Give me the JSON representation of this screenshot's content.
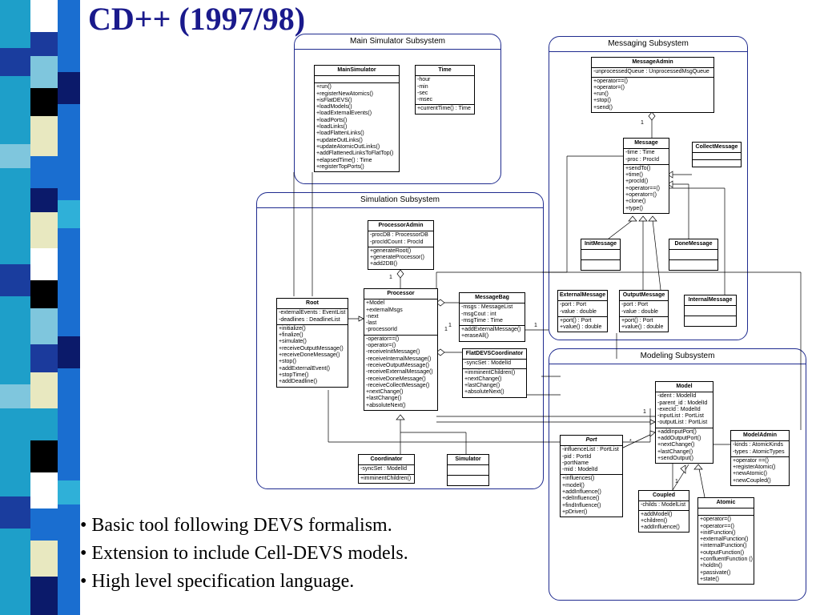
{
  "slide_title": "CD++ (1997/98)",
  "subsystems": {
    "main": "Main Simulator Subsystem",
    "messaging": "Messaging Subsystem",
    "simulation": "Simulation Subsystem",
    "modeling": "Modeling Subsystem"
  },
  "classes": {
    "mainsim": {
      "name": "MainSimulator",
      "attrs": [],
      "ops": [
        "+run()",
        "+registerNewAtomics()",
        "+isFlatDEVS()",
        "+loadModels()",
        "+loadExternalEvents()",
        "+loadPorts()",
        "+loadLinks()",
        "+loadFlattenLinks()",
        "+updateOutLinks()",
        "+updateAtomicOutLinks()",
        "+addFlattenedLinksToFlatTop()",
        "+elapsedTime() : Time",
        "+registerTopPorts()"
      ]
    },
    "time": {
      "name": "Time",
      "attrs": [
        "-hour",
        "-min",
        "-sec",
        "-msec"
      ],
      "ops": [
        "+currentTime() : Time"
      ]
    },
    "msgadmin": {
      "name": "MessageAdmin",
      "attrs": [
        "-unprocessedQueue : UnprocessedMsgQueue"
      ],
      "ops": [
        "+operator==()",
        "+operator=()",
        "+run()",
        "+stop()",
        "+send()"
      ]
    },
    "message": {
      "name": "Message",
      "attrs": [
        "-time : Time",
        "-proc : ProcId"
      ],
      "ops": [
        "+sendTo()",
        "+time()",
        "+procId()",
        "+operator==()",
        "+operator=()",
        "+clone()",
        "+type()"
      ]
    },
    "collect": {
      "name": "CollectMessage",
      "attrs": [],
      "ops": []
    },
    "initmsg": {
      "name": "InitMessage",
      "attrs": [],
      "ops": []
    },
    "donemsg": {
      "name": "DoneMessage",
      "attrs": [],
      "ops": []
    },
    "extmsg": {
      "name": "ExternalMessage",
      "attrs": [
        "-port : Port",
        "-value : double"
      ],
      "ops": [
        "+port() : Port",
        "+value() : double"
      ]
    },
    "outmsg": {
      "name": "OutputMessage",
      "attrs": [
        "-port : Port",
        "-value : double"
      ],
      "ops": [
        "+port() : Port",
        "+value() : double"
      ]
    },
    "intmsg": {
      "name": "InternalMessage",
      "attrs": [],
      "ops": []
    },
    "procadmin": {
      "name": "ProcessorAdmin",
      "attrs": [
        "-procDB : ProcessorDB",
        "-procIdCount : ProcId"
      ],
      "ops": [
        "+generateRoot()",
        "+generateProcessor()",
        "+add2DB()"
      ]
    },
    "root": {
      "name": "Root",
      "attrs": [
        "-externalEvents : EventList",
        "-deadlines : DeadlineList"
      ],
      "ops": [
        "+initialize()",
        "+finalize()",
        "+simulate()",
        "+receiveOutputMessage()",
        "+receiveDoneMessage()",
        "+stop()",
        "+addExternalEvent()",
        "+stopTime()",
        "+addDeadline()"
      ]
    },
    "processor": {
      "name": "Processor",
      "attrs": [
        "+Model",
        "+externalMsgs",
        "-next",
        "-last",
        "-processorId"
      ],
      "ops": [
        "-operator==()",
        "-operator=()",
        "-receiveInitMessage()",
        "-receiveInternalMessage()",
        "-receiveOutputMessage()",
        "-receiveExternalMessage()",
        "-receiveDoneMessage()",
        "-receiveCollectMessage()",
        "+nextChange()",
        "+lastChange()",
        "+absoluteNext()"
      ]
    },
    "msgbag": {
      "name": "MessageBag",
      "attrs": [
        "-msgs : MessageList",
        "-msgCout : int",
        "-msgTime : Time"
      ],
      "ops": [
        "+addExternalMessage()",
        "+eraseAll()"
      ]
    },
    "flatdevs": {
      "name": "FlatDEVSCoordinator",
      "attrs": [
        "-syncSet : ModelId"
      ],
      "ops": [
        "+imminentChildren()",
        "+nextChange()",
        "+lastChange()",
        "+absoluteNext()"
      ]
    },
    "coord": {
      "name": "Coordinator",
      "attrs": [
        "-syncSet : ModelId"
      ],
      "ops": [
        "+imminentChildren()"
      ]
    },
    "simulator": {
      "name": "Simulator",
      "attrs": [],
      "ops": []
    },
    "model": {
      "name": "Model",
      "attrs": [
        "-ident : ModelId",
        "-parent_id : ModelId",
        "-execId : ModelId",
        "-inputList : PortList",
        "-outputList : PortList"
      ],
      "ops": [
        "+addInputPort()",
        "+addOutputPort()",
        "+nextChange()",
        "+lastChange()",
        "+sendOutput()"
      ]
    },
    "port": {
      "name": "Port",
      "attrs": [
        "-influenceList : PortList",
        "-pid : PortId",
        "-portName",
        "-mid : ModelId"
      ],
      "ops": [
        "+influences()",
        "+model()",
        "+addInfluence()",
        "+delInfluence()",
        "+findInfluence()",
        "+pDriver()"
      ]
    },
    "modeladmin": {
      "name": "ModelAdmin",
      "attrs": [
        "-kinds : AtomicKinds",
        "-types : AtomicTypes"
      ],
      "ops": [
        "+operator ==()",
        "+registerAtomic()",
        "+newAtomic()",
        "+newCoupled()"
      ]
    },
    "coupled": {
      "name": "Coupled",
      "attrs": [
        "-childs : ModelList"
      ],
      "ops": [
        "+addModel()",
        "+children()",
        "+addInfluence()"
      ]
    },
    "atomic": {
      "name": "Atomic",
      "attrs": [],
      "ops": [
        "+operator=()",
        "+operator==()",
        "+initFunction()",
        "+externalFunction()",
        "+internalFunction()",
        "+outputFunction()",
        "+confluentFunction ()",
        "+holdIn()",
        "+passivate()",
        "+state()"
      ]
    }
  },
  "multiplicities": {
    "m1": "1",
    "m2": "1",
    "m3": "1",
    "m4": "1",
    "m5": "1",
    "m6": "1",
    "m7": "1",
    "m8": "*"
  },
  "bullets": [
    "• Basic tool following DEVS formalism.",
    "• Extension to include Cell-DEVS models.",
    "• High level specification language."
  ]
}
